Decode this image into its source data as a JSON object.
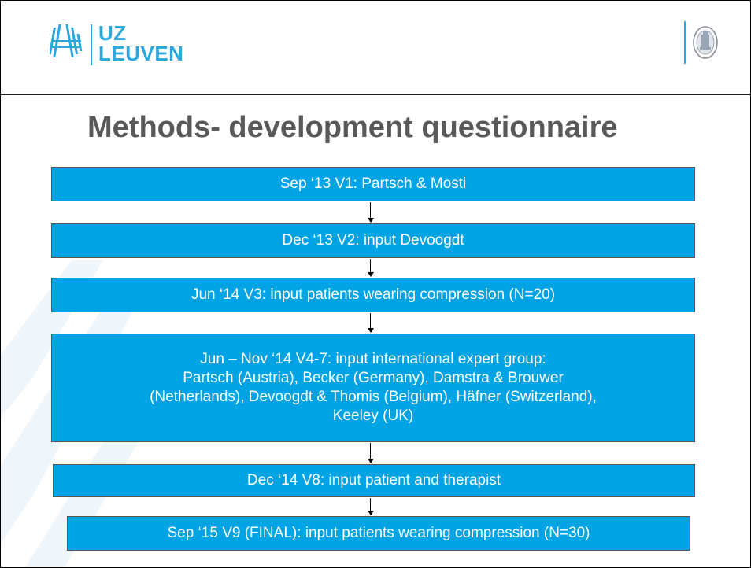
{
  "header": {
    "logo_line1": "UZ",
    "logo_line2": "LEUVEN"
  },
  "title": "Methods- development questionnaire",
  "colors": {
    "box_fill": "#00a4e4",
    "title": "#595959",
    "brand": "#2aa7dc"
  },
  "flow_steps": [
    {
      "text": "Sep ‘13 V1: Partsch & Mosti"
    },
    {
      "text": "Dec ‘13 V2: input Devoogdt"
    },
    {
      "text": "Jun ‘14 V3: input patients wearing compression (N=20)"
    },
    {
      "text": "Jun – Nov ‘14 V4-7: input international expert group:\nPartsch (Austria), Becker (Germany), Damstra & Brouwer\n(Netherlands), Devoogdt & Thomis (Belgium), Häfner (Switzerland),\nKeeley (UK)"
    },
    {
      "text": "Dec ‘14 V8: input patient and therapist"
    },
    {
      "text": "Sep ‘15 V9 (FINAL): input patients wearing compression (N=30)"
    }
  ]
}
